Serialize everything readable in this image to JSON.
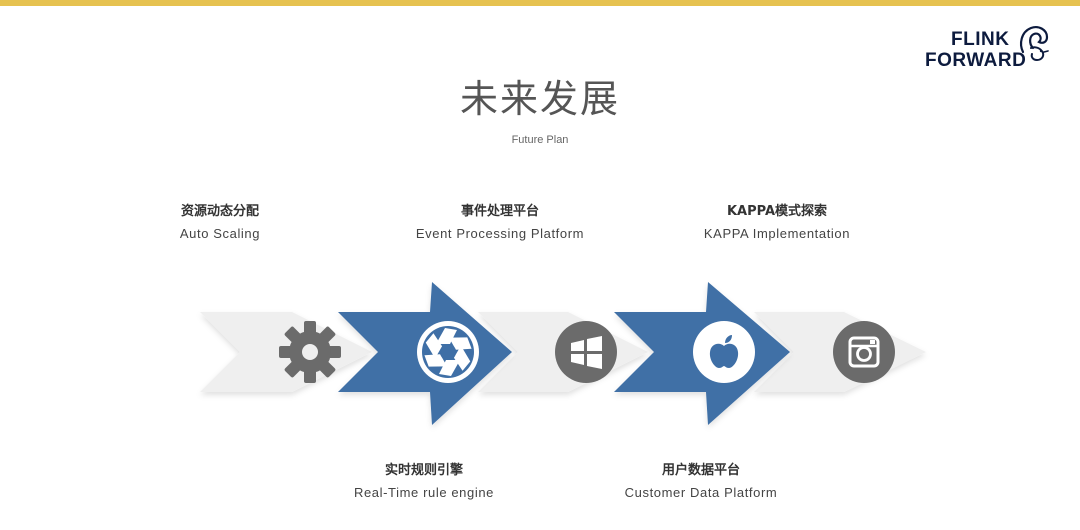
{
  "slide": {
    "title": "未来发展",
    "subtitle": "Future Plan"
  },
  "logo": {
    "line1": "FLINK",
    "line2": "FORWARD"
  },
  "colors": {
    "accent_bar": "#e6c250",
    "blue": "#3f6fa6",
    "grey_arrow": "#efefef",
    "icon_grey": "#6b6b6b",
    "text_dark": "#333333"
  },
  "steps": [
    {
      "zh": "资源动态分配",
      "en": "Auto Scaling",
      "icon": "gear-icon",
      "style": "grey",
      "label_position": "top"
    },
    {
      "zh": "实时规则引擎",
      "en": "Real-Time rule engine",
      "icon": "aperture-icon",
      "style": "blue",
      "label_position": "bottom"
    },
    {
      "zh": "事件处理平台",
      "en": "Event Processing Platform",
      "icon": "windows-icon",
      "style": "grey",
      "label_position": "top"
    },
    {
      "zh": "用户数据平台",
      "en": "Customer Data Platform",
      "icon": "apple-icon",
      "style": "blue",
      "label_position": "bottom"
    },
    {
      "zh": "KAPPA模式探索",
      "en": "KAPPA Implementation",
      "icon": "instagram-icon",
      "style": "grey",
      "label_position": "top"
    }
  ]
}
